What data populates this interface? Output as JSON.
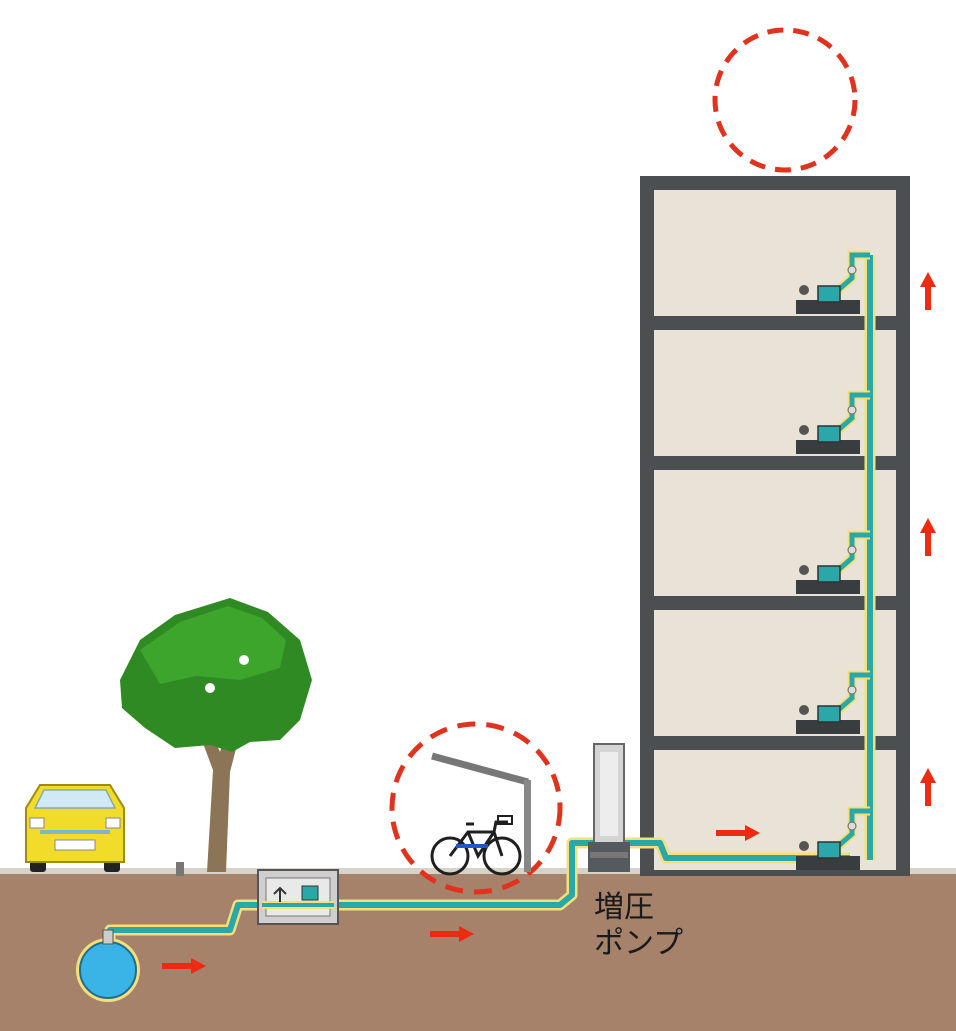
{
  "labels": {
    "pump_line1": "増圧",
    "pump_line2": "ポンプ"
  },
  "colors": {
    "ground": "#a6826b",
    "building_frame": "#4b4f52",
    "room_fill": "#e8e3d6",
    "pipe": "#2aa7a8",
    "pipe_outline": "#f4e07a",
    "arrow": "#ee2a12",
    "highlight_circle": "#e0321c",
    "car": "#f2dc2a",
    "tree_foliage": "#2f8a23",
    "water_main": "#3ab3e6"
  },
  "building": {
    "floors": 5
  },
  "icons": [
    "car-icon",
    "tree-icon",
    "bicycle-icon",
    "meter-box-icon",
    "water-main-icon",
    "booster-pump-icon",
    "water-meter-icon",
    "flow-arrow-icon"
  ]
}
